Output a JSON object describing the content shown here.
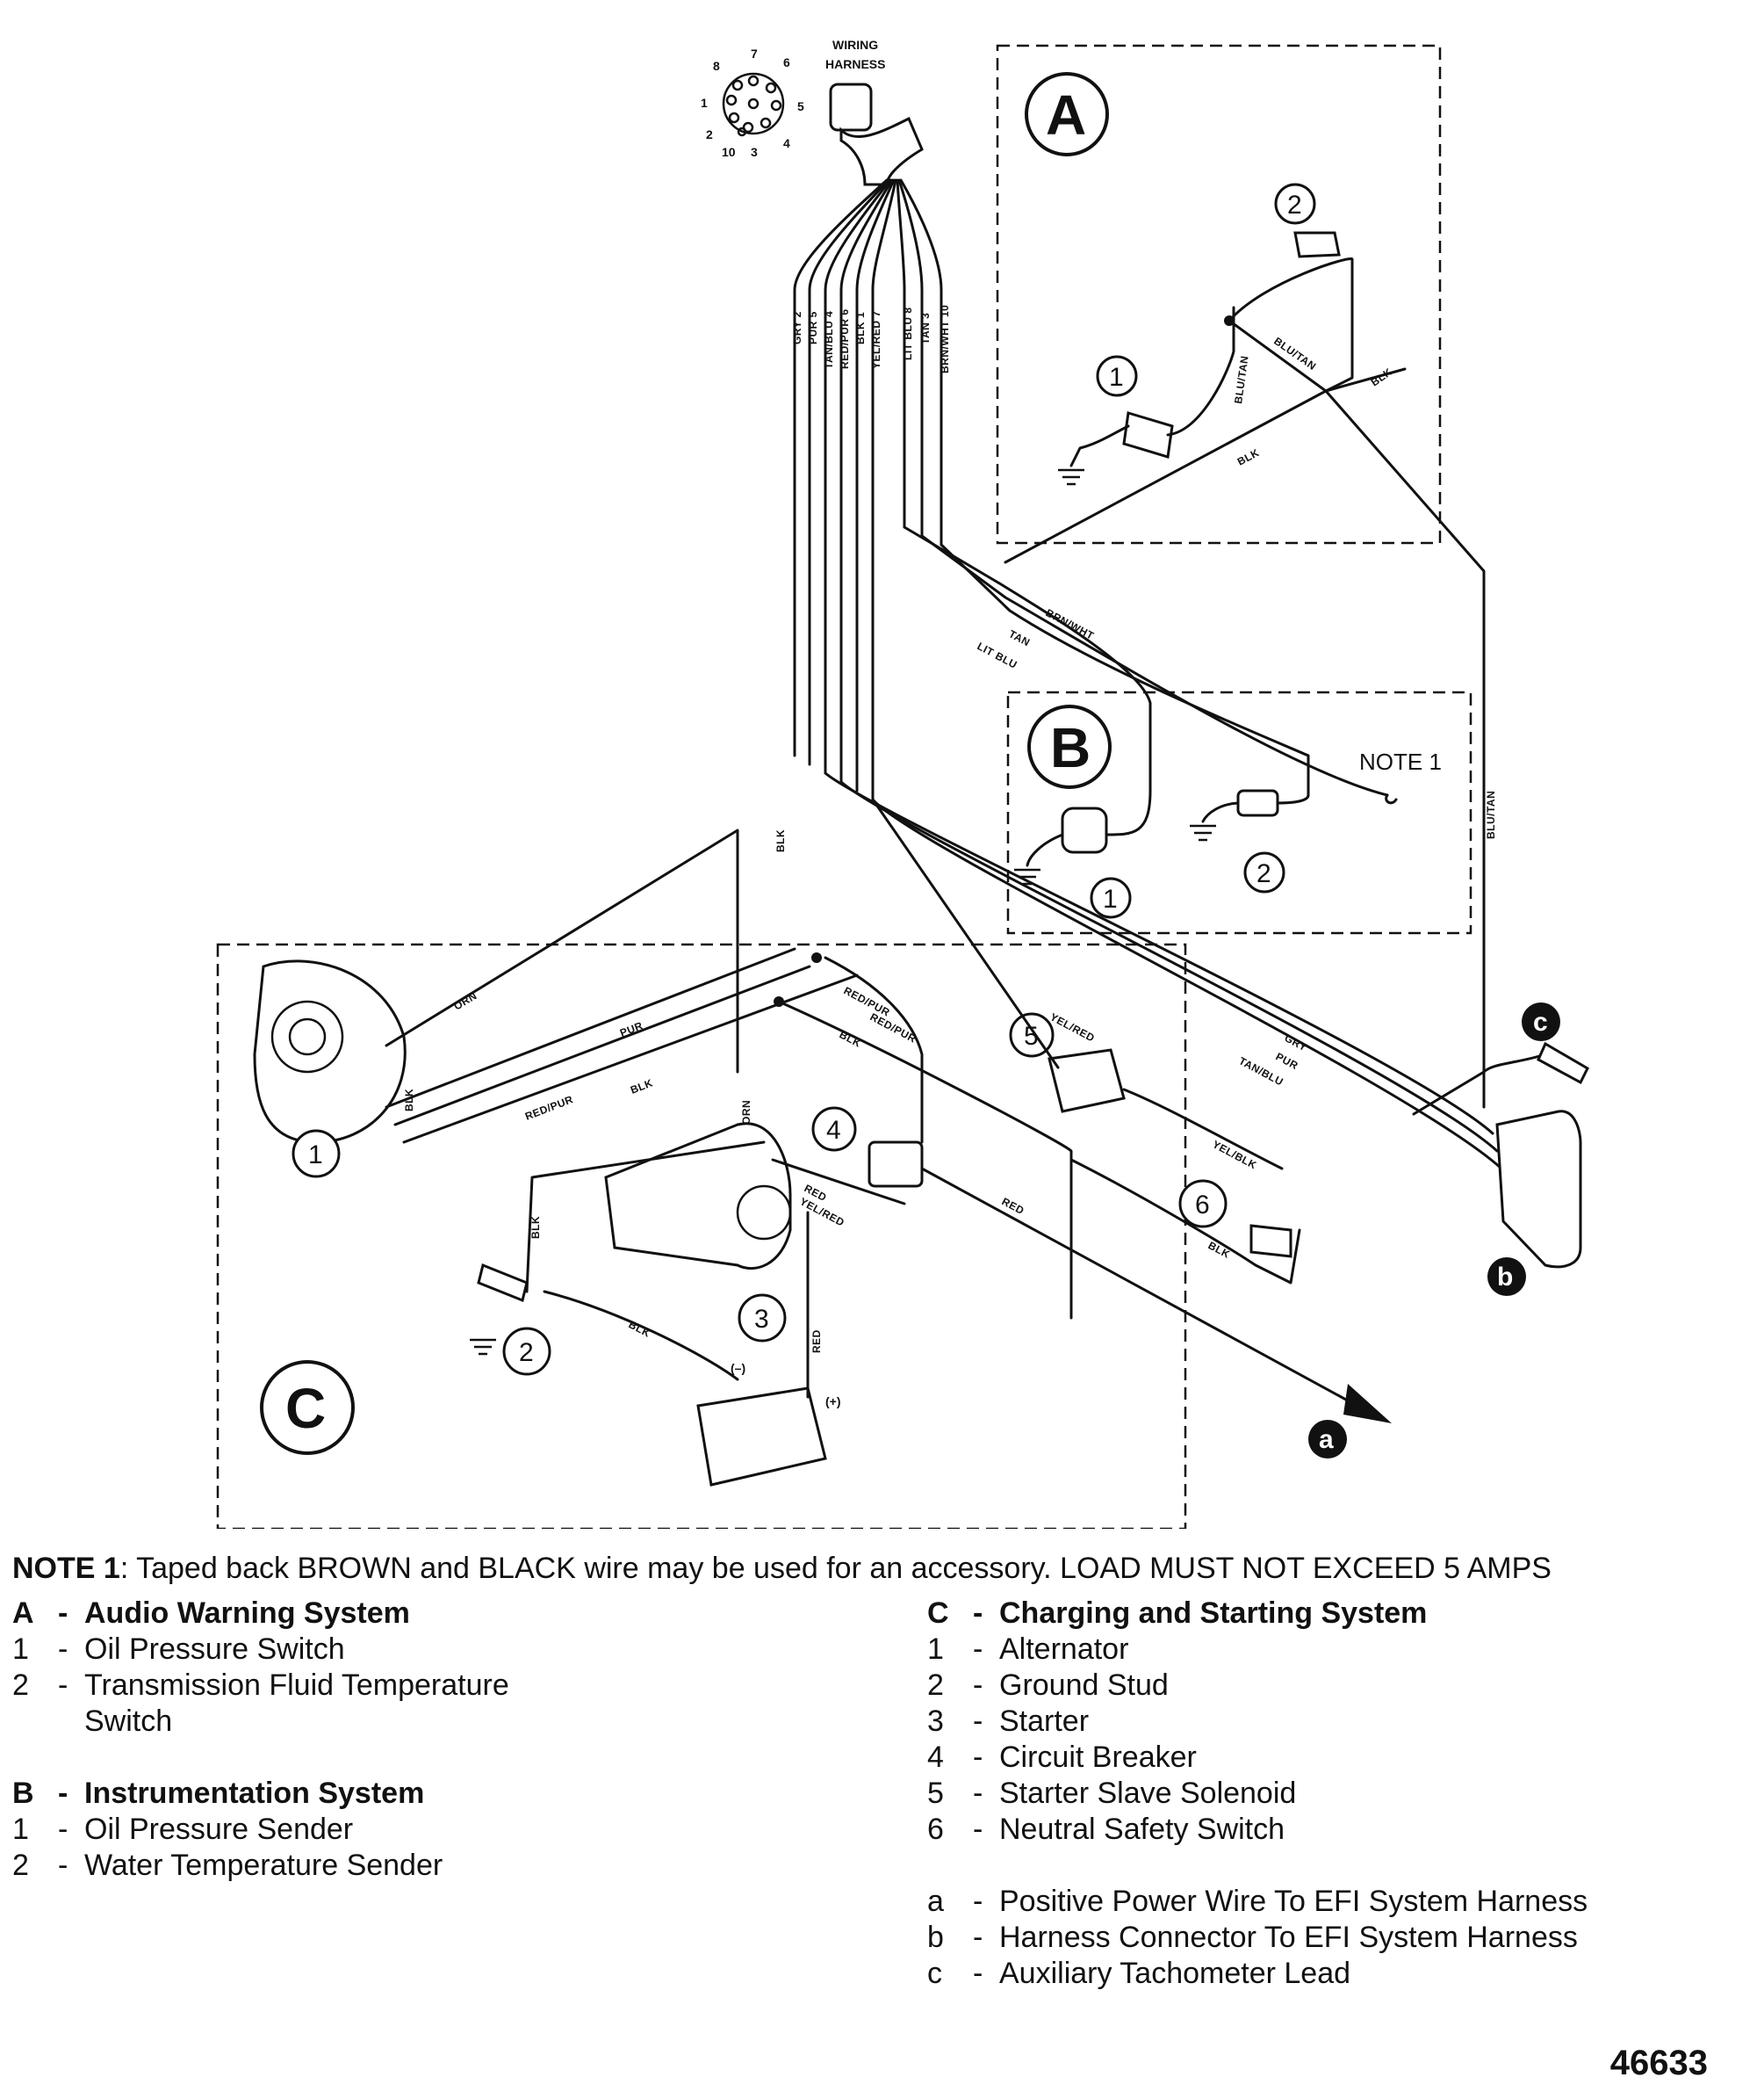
{
  "diagram": {
    "harness_title_line1": "WIRING",
    "harness_title_line2": "HARNESS",
    "pins": [
      "1",
      "2",
      "3",
      "4",
      "5",
      "6",
      "7",
      "8",
      "10"
    ],
    "harness_wires": [
      "GRY 2",
      "PUR 5",
      "TAN/BLU 4",
      "RED/PUR 6",
      "BLK 1",
      "YEL/RED 7",
      "LIT BLU 8",
      "TAN 3",
      "BRN/WHT 10"
    ],
    "wire_labels": {
      "blu_tan": "BLU/TAN",
      "blk": "BLK",
      "brn_wht": "BRN/WHT",
      "tan": "TAN",
      "lit_blu": "LIT BLU",
      "orn": "ORN",
      "pur": "PUR",
      "red_pur": "RED/PUR",
      "red": "RED",
      "yel_red": "YEL/RED",
      "gry": "GRY",
      "tan_blu": "TAN/BLU",
      "yel_blk": "YEL/BLK"
    },
    "section_a": "A",
    "section_b": "B",
    "section_c": "C",
    "note_label": "NOTE 1",
    "battery_neg": "(–)",
    "battery_pos": "(+)",
    "callouts": {
      "one": "1",
      "two": "2",
      "three": "3",
      "four": "4",
      "five": "5",
      "six": "6"
    },
    "badges": {
      "a": "a",
      "b": "b",
      "c": "c"
    }
  },
  "legend": {
    "note_prefix": "NOTE 1",
    "note_text": ": Taped back BROWN and BLACK wire may be used for an accessory. LOAD MUST NOT EXCEED 5 AMPS",
    "dash": "-",
    "a": {
      "key": "A",
      "title": "Audio Warning System",
      "items": [
        {
          "key": "1",
          "text": "Oil Pressure Switch"
        },
        {
          "key": "2",
          "text": "Transmission Fluid Temperature"
        }
      ],
      "item2_cont": "Switch"
    },
    "b": {
      "key": "B",
      "title": "Instrumentation System",
      "items": [
        {
          "key": "1",
          "text": "Oil Pressure Sender"
        },
        {
          "key": "2",
          "text": "Water Temperature Sender"
        }
      ]
    },
    "c": {
      "key": "C",
      "title": "Charging and Starting System",
      "items": [
        {
          "key": "1",
          "text": "Alternator"
        },
        {
          "key": "2",
          "text": "Ground Stud"
        },
        {
          "key": "3",
          "text": "Starter"
        },
        {
          "key": "4",
          "text": "Circuit Breaker"
        },
        {
          "key": "5",
          "text": "Starter Slave Solenoid"
        },
        {
          "key": "6",
          "text": "Neutral Safety Switch"
        }
      ]
    },
    "letters": [
      {
        "key": "a",
        "text": "Positive Power Wire To EFI System Harness"
      },
      {
        "key": "b",
        "text": "Harness Connector To EFI System Harness"
      },
      {
        "key": "c",
        "text": "Auxiliary Tachometer Lead"
      }
    ],
    "figure_number": "46633"
  }
}
